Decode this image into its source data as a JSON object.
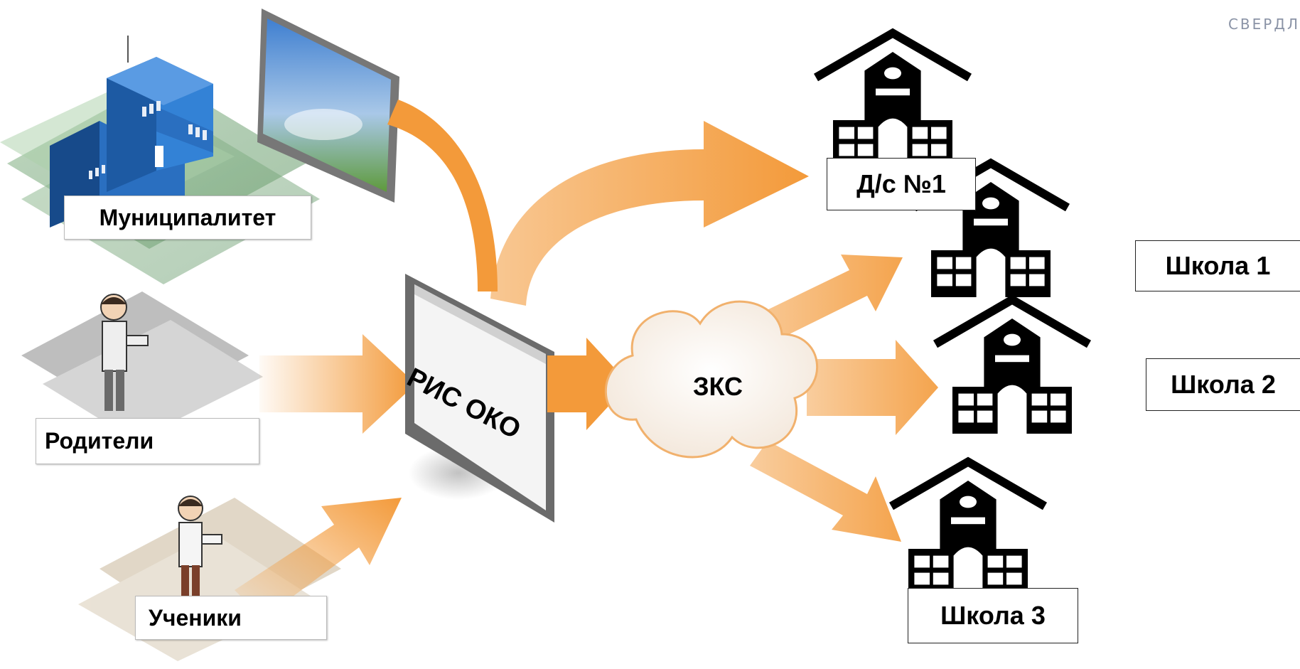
{
  "corner_logo_text": "СВЕРДЛ",
  "sources": [
    {
      "id": "municipality",
      "label": "Муниципалитет"
    },
    {
      "id": "parents",
      "label": "Родители"
    },
    {
      "id": "students",
      "label": "Ученики"
    }
  ],
  "hub": {
    "label": "РИС ОКО"
  },
  "network": {
    "label": "ЗКС"
  },
  "targets": [
    {
      "id": "kindergarten-1",
      "label": "Д/с №1"
    },
    {
      "id": "school-1",
      "label": "Школа 1"
    },
    {
      "id": "school-2",
      "label": "Школа 2"
    },
    {
      "id": "school-3",
      "label": "Школа 3"
    }
  ],
  "colors": {
    "arrow": "#f39a3a",
    "icon": "#000000",
    "building": "#1f5fa6"
  },
  "icons": [
    "school-building-icon",
    "person-icon",
    "office-building-icon",
    "monitor-icon",
    "cloud-icon"
  ]
}
